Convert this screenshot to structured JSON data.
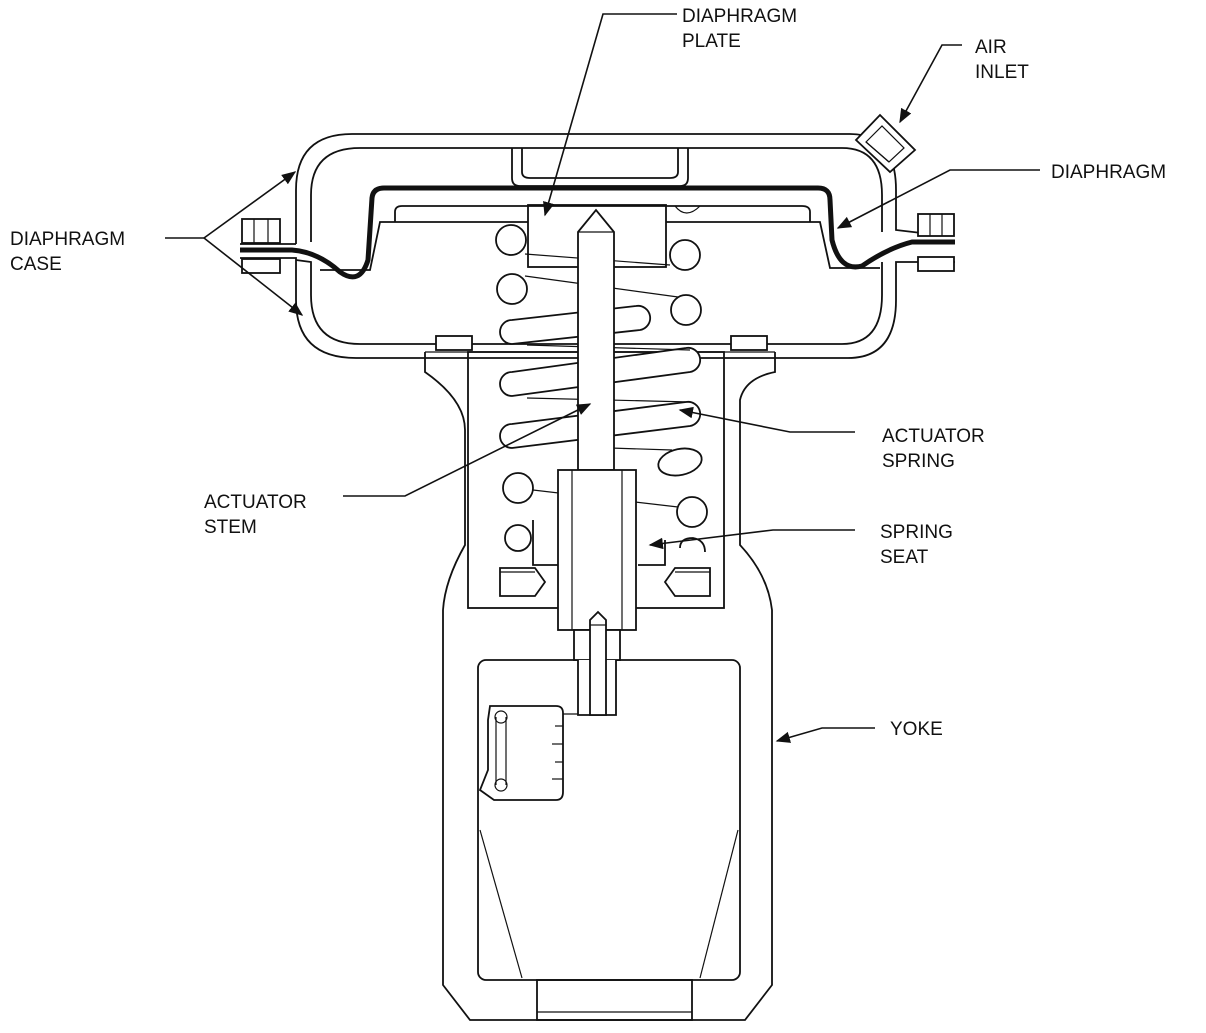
{
  "labels": {
    "diaphragm_plate": [
      "DIAPHRAGM",
      "PLATE"
    ],
    "air_inlet": [
      "AIR",
      "INLET"
    ],
    "diaphragm": [
      "DIAPHRAGM"
    ],
    "diaphragm_case": [
      "DIAPHRAGM",
      "CASE"
    ],
    "actuator_spring": [
      "ACTUATOR",
      "SPRING"
    ],
    "actuator_stem": [
      "ACTUATOR",
      "STEM"
    ],
    "spring_seat": [
      "SPRING",
      "SEAT"
    ],
    "yoke": [
      "YOKE"
    ]
  },
  "colors": {
    "line": "#111111",
    "background": "#ffffff"
  }
}
